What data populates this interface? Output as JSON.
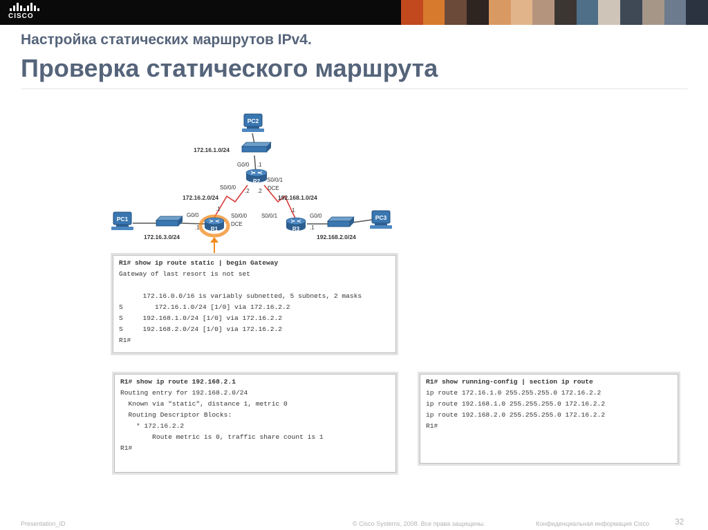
{
  "header": {
    "logo_text": "CISCO",
    "photo_colors": [
      "#c2481e",
      "#d77a2e",
      "#6b4a3a",
      "#2e2420",
      "#d89a62",
      "#e2b48a",
      "#b5947e",
      "#3b3632",
      "#4f6f88",
      "#cfc4b8",
      "#3e4955",
      "#a69688",
      "#6c7b8e",
      "#2b3240"
    ]
  },
  "slide": {
    "title_line1": "Настройка статических маршрутов IPv4.",
    "title_line2": "Проверка статического маршрута"
  },
  "topology": {
    "devices": {
      "pc2": "PC2",
      "pc1": "PC1",
      "pc3": "PC3",
      "r1": "R1",
      "r2": "R2",
      "r3": "R3"
    },
    "networks": {
      "net_r2_lan": "172.16.1.0/24",
      "net_r1_r2": "172.16.2.0/24",
      "net_r2_r3": "192.168.1.0/24",
      "net_r1_lan": "172.16.3.0/24",
      "net_r3_lan": "192.168.2.0/24"
    },
    "interfaces": {
      "r2_g00": "G0/0",
      "r2_g00_host": ".1",
      "r2_s000": "S0/0/0",
      "r2_s000_host": ".2",
      "r2_s001": "S0/0/1",
      "r2_s001_host": ".2",
      "r2_dce": "DCE",
      "r1_s000_host": ".1",
      "r1_g00": "G0/0",
      "r1_g00_host": ".1",
      "r1_s000": "S0/0/0",
      "r1_dce": "DCE",
      "r3_s001_host": ".1",
      "r3_s001": "S0/0/1",
      "r3_g00": "G0/0",
      "r3_g00_host": ".1"
    },
    "colors": {
      "device_blue": "#3a76b0",
      "serial_link": "#d93a3a",
      "highlight": "#f28a1e"
    }
  },
  "terminals": {
    "static_routes": {
      "lines": [
        "R1# show ip route static | begin Gateway",
        "Gateway of last resort is not set",
        "",
        "      172.16.0.0/16 is variably subnetted, 5 subnets, 2 masks",
        "S        172.16.1.0/24 [1/0] via 172.16.2.2",
        "S     192.168.1.0/24 [1/0] via 172.16.2.2",
        "S     192.168.2.0/24 [1/0] via 172.16.2.2",
        "R1#"
      ]
    },
    "route_lookup": {
      "lines": [
        "R1# show ip route 192.168.2.1",
        "Routing entry for 192.168.2.0/24",
        "  Known via \"static\", distance 1, metric 0",
        "  Routing Descriptor Blocks:",
        "    * 172.16.2.2",
        "        Route metric is 0, traffic share count is 1",
        "R1#"
      ]
    },
    "running_config": {
      "lines": [
        "R1# show running-config | section ip route",
        "ip route 172.16.1.0 255.255.255.0 172.16.2.2",
        "ip route 192.168.1.0 255.255.255.0 172.16.2.2",
        "ip route 192.168.2.0 255.255.255.0 172.16.2.2",
        "R1#"
      ]
    }
  },
  "footer": {
    "presentation_id": "Presentation_ID",
    "copyright": "© Cisco Systems, 2008. Все права защищены.",
    "confidential": "Конфиденциальная информация Cisco",
    "page_number": "32"
  }
}
